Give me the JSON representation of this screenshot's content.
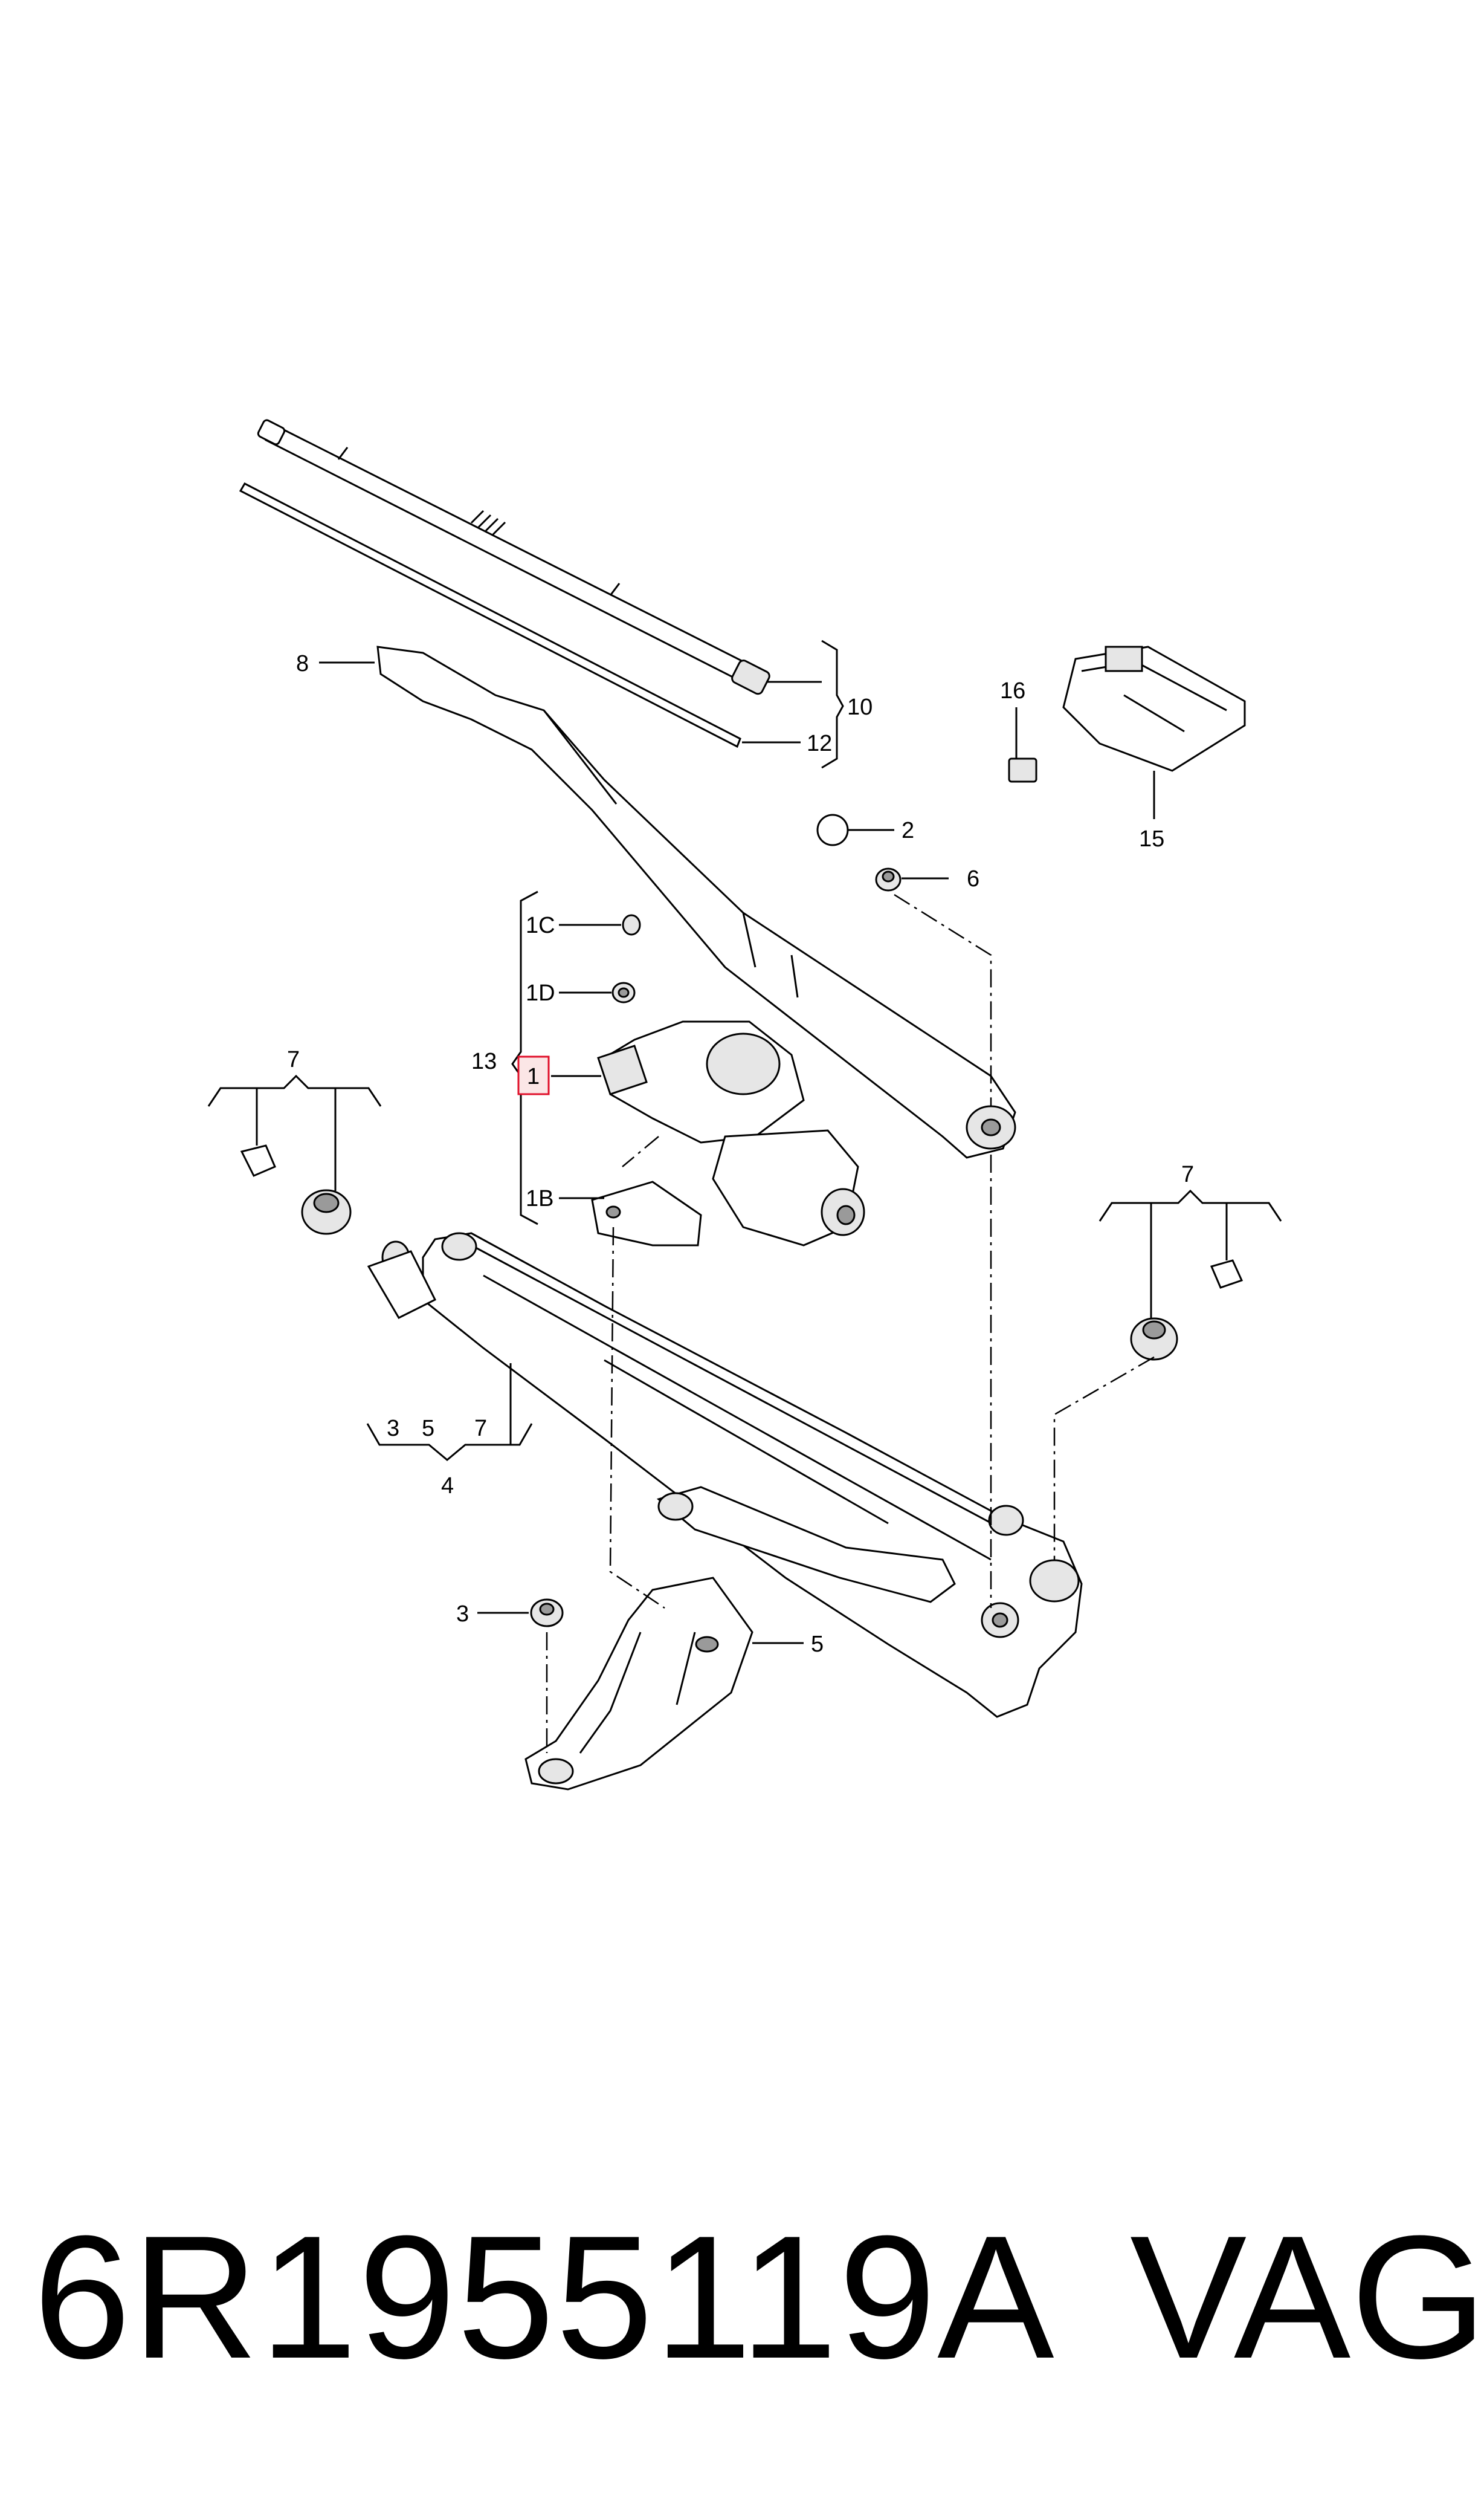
{
  "diagram": {
    "callouts": {
      "c1": "1",
      "c1B": "1B",
      "c1C": "1C",
      "c1D": "1D",
      "c2": "2",
      "c3a": "3",
      "c3b": "3",
      "c4": "4",
      "c5a": "5",
      "c5b": "5",
      "c6": "6",
      "c7a": "7",
      "c7b": "7",
      "c7c": "7",
      "c8": "8",
      "c10": "10",
      "c12": "12",
      "c13": "13",
      "c15": "15",
      "c16": "16"
    },
    "highlight_color": "#e0102a"
  },
  "footer": {
    "part_number": "6R1955119A",
    "brand": "VAG"
  }
}
